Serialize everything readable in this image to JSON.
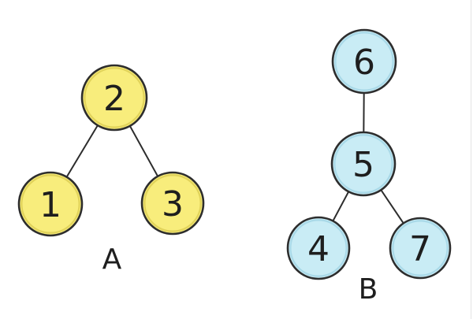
{
  "canvas": {
    "background": "#ffffff",
    "edge_line_color": "#e4e4e4"
  },
  "colors": {
    "node_stroke": "#2d2d2d",
    "edge_stroke": "#2d2d2d",
    "digit_color": "#1e1e1e",
    "tree_a_fill": "#F8ED7C",
    "tree_a_rim": "#D9C94F",
    "tree_b_fill": "#C9ECF5",
    "tree_b_rim": "#9ED3E3"
  },
  "trees": [
    {
      "label": "A",
      "fill": "#F8ED7C",
      "rim": "#D9C94F",
      "root": "2",
      "nodes": [
        {
          "value": "2",
          "role": "root"
        },
        {
          "value": "1",
          "role": "left-child"
        },
        {
          "value": "3",
          "role": "right-child"
        }
      ],
      "edges": [
        "2-1",
        "2-3"
      ]
    },
    {
      "label": "B",
      "fill": "#C9ECF5",
      "rim": "#9ED3E3",
      "root": "6",
      "nodes": [
        {
          "value": "6",
          "role": "root"
        },
        {
          "value": "5",
          "role": "middle-node"
        },
        {
          "value": "4",
          "role": "left-child"
        },
        {
          "value": "7",
          "role": "right-child"
        }
      ],
      "edges": [
        "6-5",
        "5-4",
        "5-7"
      ]
    }
  ]
}
